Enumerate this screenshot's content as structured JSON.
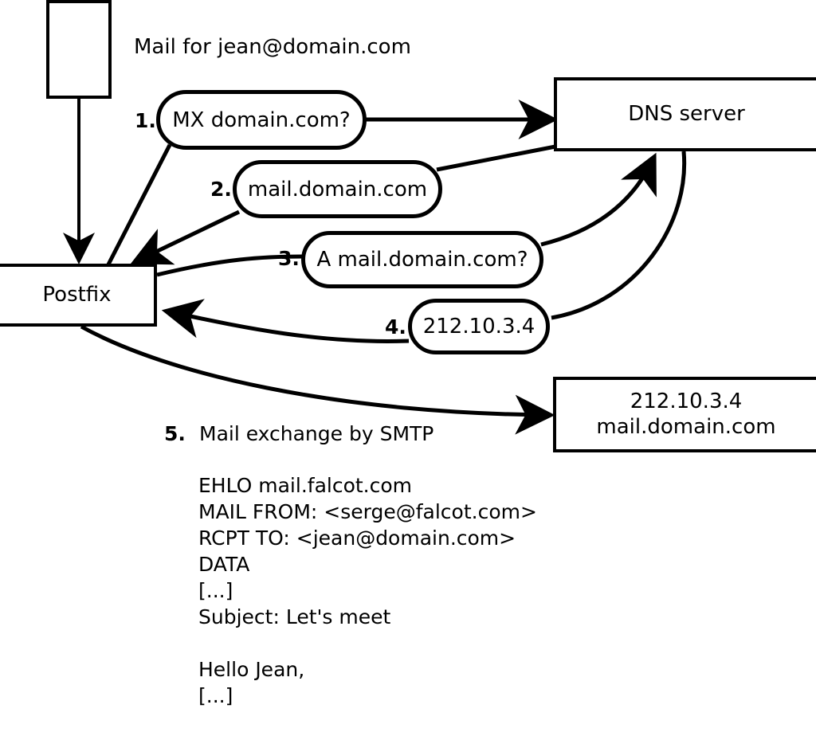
{
  "diagram": {
    "title_note": "Mail for jean@domain.com",
    "nodes": {
      "sender_box": {
        "label": ""
      },
      "postfix": {
        "label": "Postfix"
      },
      "dns_server": {
        "label": "DNS server"
      },
      "destination": {
        "line1": "212.10.3.4",
        "line2": "mail.domain.com"
      }
    },
    "steps": [
      {
        "num": "1.",
        "label": "MX domain.com?"
      },
      {
        "num": "2.",
        "label": "mail.domain.com"
      },
      {
        "num": "3.",
        "label": "A mail.domain.com?"
      },
      {
        "num": "4.",
        "label": "212.10.3.4"
      }
    ],
    "step5": {
      "num": "5.",
      "label": "Mail exchange by SMTP"
    },
    "smtp_transcript": [
      "EHLO mail.falcot.com",
      "MAIL FROM: <serge@falcot.com>",
      "RCPT TO: <jean@domain.com>",
      "DATA",
      "[...]",
      "Subject: Let's meet",
      "",
      "Hello Jean,",
      "[...]",
      "",
      "."
    ],
    "colors": {
      "stroke": "#000000",
      "background": "#ffffff"
    }
  }
}
